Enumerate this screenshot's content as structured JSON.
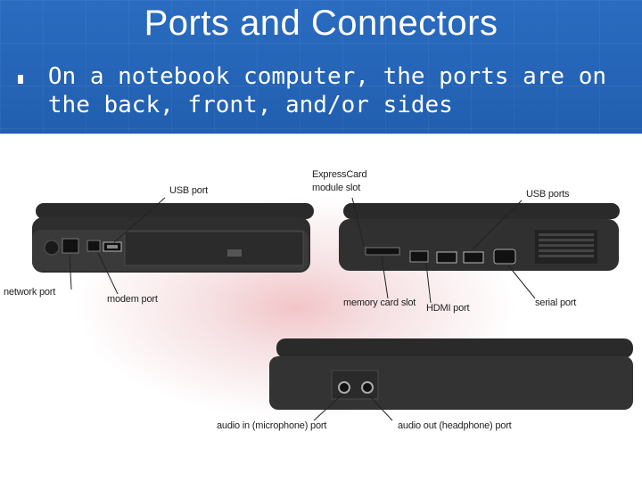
{
  "slide": {
    "title": "Ports and Connectors",
    "bullet": "On a notebook computer, the ports are on the back, front, and/or sides"
  },
  "figure": {
    "labels": {
      "usb_port": "USB port",
      "expresscard_line1": "ExpressCard",
      "expresscard_line2": "module slot",
      "usb_ports": "USB ports",
      "network_port": "network port",
      "modem_port": "modem port",
      "memory_card_slot": "memory card slot",
      "hdmi_port": "HDMI port",
      "serial_port": "serial port",
      "audio_in": "audio in (microphone) port",
      "audio_out": "audio out (headphone) port"
    }
  }
}
